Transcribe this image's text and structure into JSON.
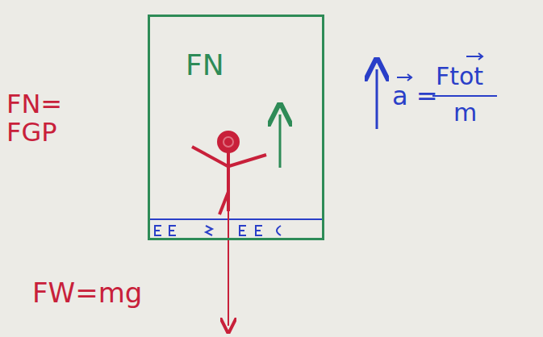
{
  "diagram": {
    "nodes": [
      {
        "text": [
          "FN"
        ]
      }
    ],
    "labels": [
      "FN= FGP",
      "FW=mg",
      "a =",
      "Ftot",
      "m"
    ]
  }
}
